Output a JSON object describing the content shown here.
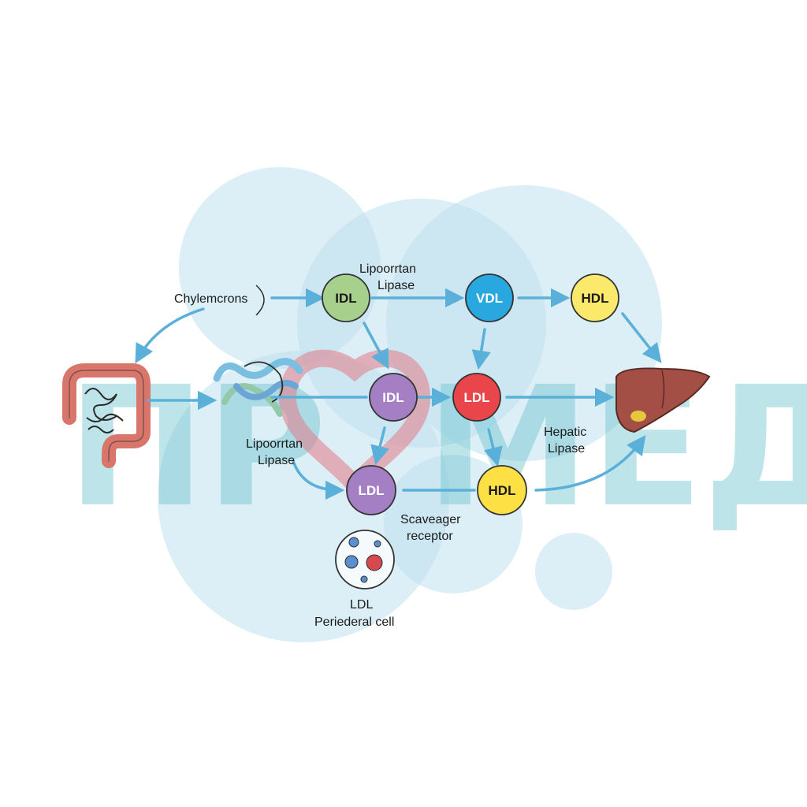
{
  "labels": {
    "chylomicrons": "Chylemcrons",
    "lpl_top_1": "Lipoorrtan",
    "lpl_top_2": "Lipase",
    "lpl_left_1": "Lipoorrtan",
    "lpl_left_2": "Lipase",
    "hepatic_1": "Hepatic",
    "hepatic_2": "Lipase",
    "scavenger_1": "Scaveager",
    "scavenger_2": "receptor",
    "peripheral_1": "LDL",
    "peripheral_2": "Periederal cell"
  },
  "nodes": {
    "idl_top": {
      "label": "IDL",
      "color": "#a8d08d"
    },
    "vdl": {
      "label": "VDL",
      "color": "#29a8e0"
    },
    "hdl_top": {
      "label": "HDL",
      "color": "#fbe96b"
    },
    "idl_mid": {
      "label": "IDL",
      "color": "#a57fc4"
    },
    "ldl_mid": {
      "label": "LDL",
      "color": "#e8464a"
    },
    "ldl_low": {
      "label": "LDL",
      "color": "#a57fc4"
    },
    "hdl_low": {
      "label": "HDL",
      "color": "#fde144"
    }
  },
  "watermark": {
    "left": "ПР",
    "right": "МЕД"
  },
  "colors": {
    "arrow": "#5ab0d8",
    "bubble": "#bfe0ef"
  }
}
